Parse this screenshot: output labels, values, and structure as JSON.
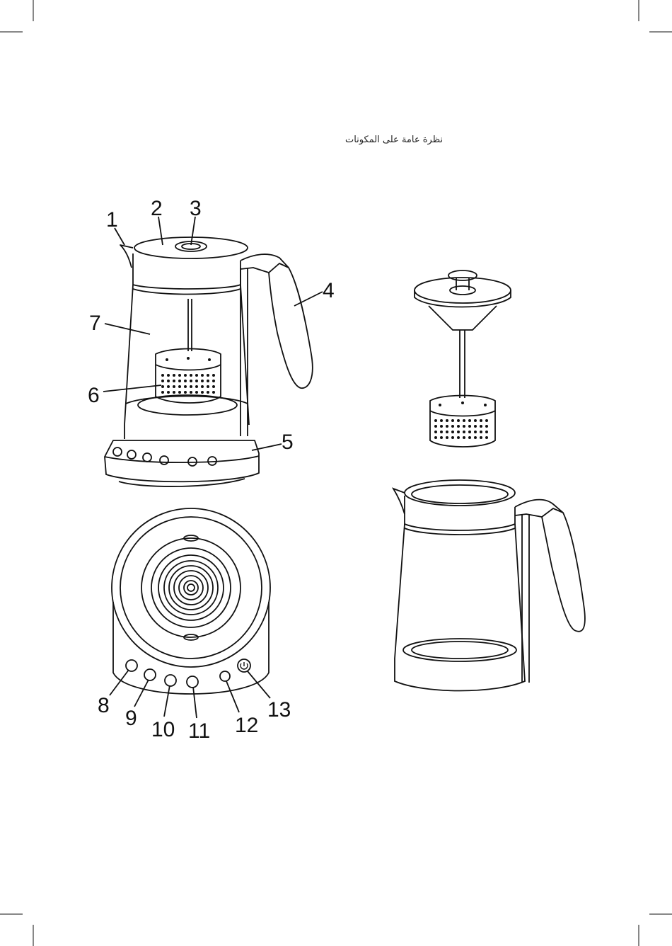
{
  "page": {
    "title": "نظرة عامة على المكونات"
  },
  "callouts": {
    "c1": "1",
    "c2": "2",
    "c3": "3",
    "c4": "4",
    "c5": "5",
    "c6": "6",
    "c7": "7",
    "c8": "8",
    "c9": "9",
    "c10": "10",
    "c11": "11",
    "c12": "12",
    "c13": "13"
  },
  "colors": {
    "line": "#111111",
    "background": "#ffffff"
  }
}
